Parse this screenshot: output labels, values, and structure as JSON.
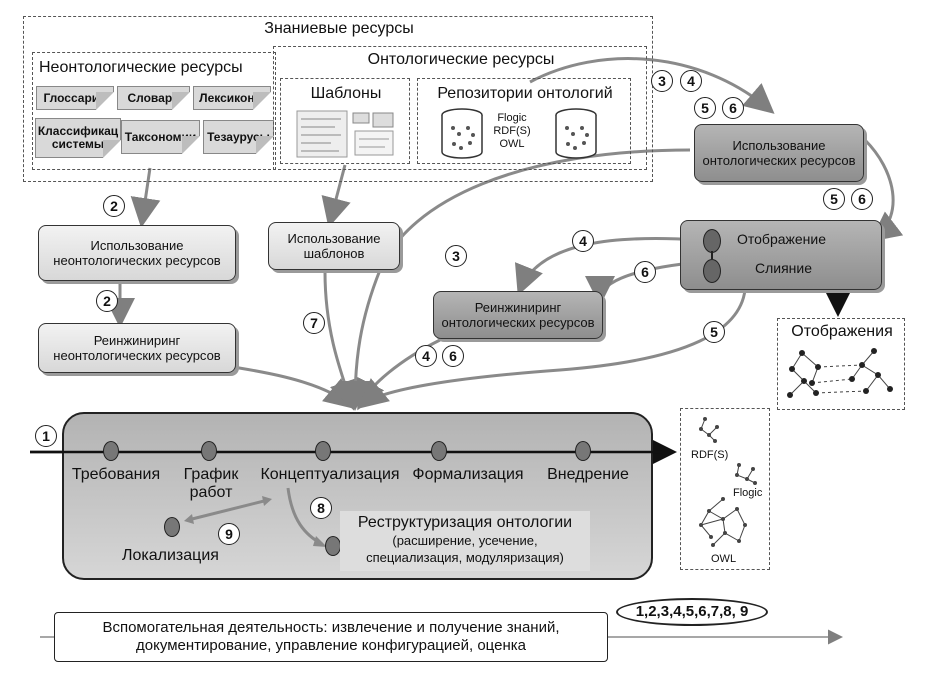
{
  "knowledge": {
    "title": "Знаниевые ресурсы",
    "non_ontological": {
      "title": "Неонтологические ресурсы",
      "items": [
        "Глоссарии",
        "Словари",
        "Лексиконы",
        "Классификац системы",
        "Таксономии",
        "Тезаурусы"
      ]
    },
    "ontological": {
      "title": "Онтологические ресурсы",
      "templates_title": "Шаблоны",
      "repos_title": "Репозитории онтологий",
      "repo_formats": [
        "Flogic",
        "RDF(S)",
        "OWL"
      ]
    }
  },
  "processes": {
    "use_nonontological": "Использование неонтологических ресурсов",
    "reeng_nonontological": "Реинжиниринг неонтологических ресурсов",
    "use_templates": "Использование шаблонов",
    "reeng_ontological": "Реинжиниринг онтологических ресурсов",
    "use_ontological": "Использование онтологических ресурсов",
    "mapping": "Отображение",
    "merging": "Слияние"
  },
  "mappings_box": {
    "title": "Отображения"
  },
  "lifecycle": {
    "stages": [
      "Требования",
      "График работ",
      "Концептуализация",
      "Формализация",
      "Внедрение"
    ],
    "localization": "Локализация",
    "restructuring_title": "Реструктуризация онтологии",
    "restructuring_detail": "(расширение, усечение, специализация, модуляризация)"
  },
  "output_box": {
    "formats": [
      "RDF(S)",
      "Flogic",
      "OWL"
    ]
  },
  "support": {
    "line1": "Вспомогательная деятельность: извлечение и получение знаний,",
    "line2": "документирование, управление конфигурацией, оценка",
    "all_scenarios": "1,2,3,4,5,6,7,8, 9"
  },
  "scenario_numbers": [
    "1",
    "2",
    "3",
    "4",
    "5",
    "6",
    "7",
    "8",
    "9"
  ],
  "colors": {
    "note_fill": "#d9d9d9",
    "process_fill": "#e2e2e2",
    "dark_process_fill": "#a0a0a0",
    "lifecycle_fill": "#c4c4c4",
    "arrow": "#7f7f7f"
  }
}
